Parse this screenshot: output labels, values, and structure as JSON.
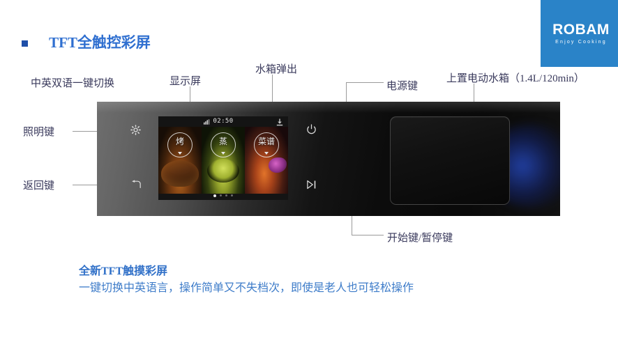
{
  "brand": {
    "wordmark": "ROBAM",
    "tagline": "Enjoy Cooking",
    "box_color": "#2a83c8"
  },
  "headline": {
    "text": "TFT全触控彩屏",
    "subtitle": "中英双语一键切换",
    "color": "#2f6fd0",
    "bullet_color": "#1f4fa8"
  },
  "callouts": [
    {
      "id": "display",
      "label": "显示屏"
    },
    {
      "id": "water-eject",
      "label": "水箱弹出"
    },
    {
      "id": "power",
      "label": "电源键"
    },
    {
      "id": "water-tank",
      "label": "上置电动水箱（1.4L/120min）"
    },
    {
      "id": "light",
      "label": "照明键"
    },
    {
      "id": "back",
      "label": "返回键"
    },
    {
      "id": "start-pause",
      "label": "开始键/暂停键"
    }
  ],
  "panel": {
    "buttons": [
      {
        "id": "light",
        "icon": "sun-icon"
      },
      {
        "id": "back",
        "icon": "back-arrow-icon"
      },
      {
        "id": "power",
        "icon": "power-icon"
      },
      {
        "id": "start-pause",
        "icon": "play-pause-icon"
      }
    ]
  },
  "display": {
    "clock": "02:50",
    "signal_icon": "signal-icon",
    "eject_icon": "eject-icon",
    "tiles": [
      {
        "label": "烤",
        "icon": "roast-icon"
      },
      {
        "label": "蒸",
        "icon": "steam-icon"
      },
      {
        "label": "菜谱",
        "icon": "recipe-icon"
      }
    ],
    "pager": {
      "count": 4,
      "active_index": 0
    }
  },
  "caption": {
    "title": "全新TFT触摸彩屏",
    "body": "一键切换中英语言，操作简单又不失档次，即使是老人也可轻松操作",
    "title_color": "#3070c8",
    "body_color": "#3e7cc9"
  }
}
